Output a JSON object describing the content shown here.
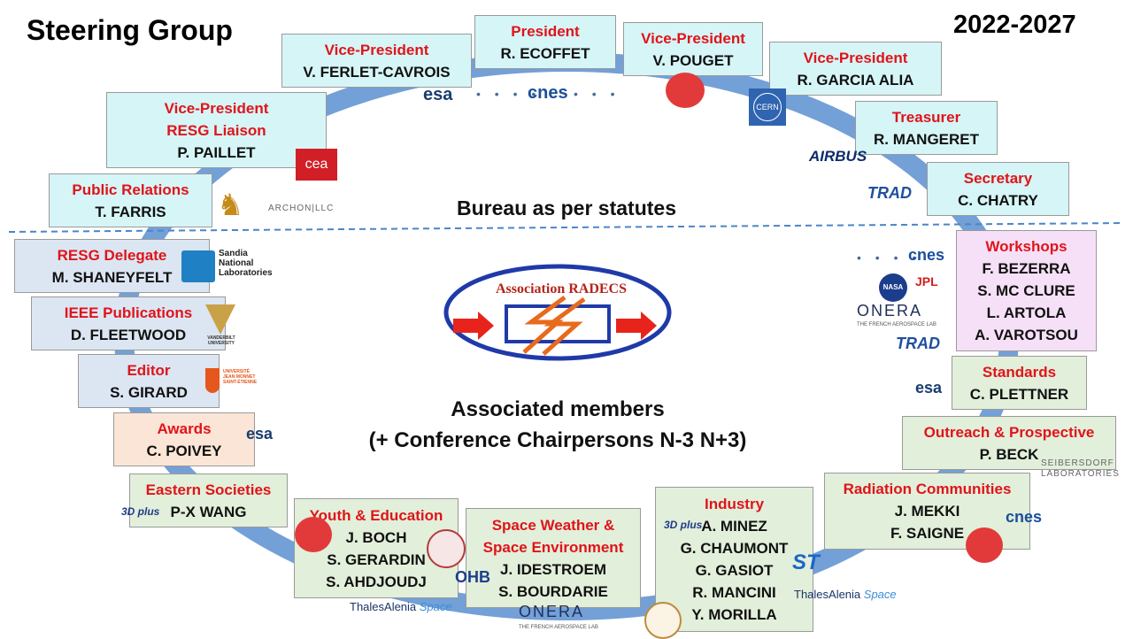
{
  "header": {
    "title": "Steering Group",
    "period": "2022-2027"
  },
  "center": {
    "bureau_label": "Bureau as per statutes",
    "associated_label": "Associated members",
    "conference_label": "(+ Conference Chairpersons N-3 N+3)",
    "radecs_logo_text": "Association RADECS"
  },
  "bureau": [
    {
      "role": "President",
      "names": [
        "R. ECOFFET"
      ]
    },
    {
      "role": "Vice-President",
      "names": [
        "V. FERLET-CAVROIS"
      ]
    },
    {
      "role": "Vice-President",
      "names": [
        "V. POUGET"
      ]
    },
    {
      "role": "Vice-President",
      "names": [
        "R. GARCIA ALIA"
      ]
    },
    {
      "role": "Vice-President",
      "role2": "RESG Liaison",
      "names": [
        "P. PAILLET"
      ]
    },
    {
      "role": "Treasurer",
      "names": [
        "R. MANGERET"
      ]
    },
    {
      "role": "Public Relations",
      "names": [
        "T. FARRIS"
      ]
    },
    {
      "role": "Secretary",
      "names": [
        "C. CHATRY"
      ]
    }
  ],
  "associated": [
    {
      "role": "RESG Delegate",
      "names": [
        "M. SHANEYFELT"
      ]
    },
    {
      "role": "IEEE Publications",
      "names": [
        "D. FLEETWOOD"
      ]
    },
    {
      "role": "Editor",
      "names": [
        "S. GIRARD"
      ]
    },
    {
      "role": "Awards",
      "names": [
        "C. POIVEY"
      ]
    },
    {
      "role": "Eastern Societies",
      "names": [
        "P-X WANG"
      ]
    },
    {
      "role": "Youth & Education",
      "names": [
        "J. BOCH",
        "S. GERARDIN",
        "S. AHDJOUDJ"
      ]
    },
    {
      "role": "Space Weather &",
      "role2": "Space Environment",
      "names": [
        "J. IDESTROEM",
        "S. BOURDARIE"
      ]
    },
    {
      "role": "Industry",
      "names": [
        "A. MINEZ",
        "G. CHAUMONT",
        "G. GASIOT",
        "R. MANCINI",
        "Y. MORILLA"
      ]
    },
    {
      "role": "Radiation Communities",
      "names": [
        "J. MEKKI",
        "F. SAIGNE"
      ]
    },
    {
      "role": "Outreach & Prospective",
      "names": [
        "P. BECK"
      ]
    },
    {
      "role": "Standards",
      "names": [
        "C. PLETTNER"
      ]
    },
    {
      "role": "Workshops",
      "names": [
        "F. BEZERRA",
        "S. MC CLURE",
        "L. ARTOLA",
        "A. VAROTSOU"
      ]
    }
  ],
  "logos": {
    "esa": "esa",
    "cnes": "cnes",
    "cea": "cea",
    "cern": "CERN",
    "airbus": "AIRBUS",
    "trad": "TRAD",
    "archon": "ARCHON",
    "archon_llc": "LLC",
    "sandia": "Sandia National Laboratories",
    "vanderbilt": "VANDERBILT UNIVERSITY",
    "ujm": "UNIVERSITÉ JEAN MONNET SAINT-ÉTIENNE",
    "jpl": "JPL",
    "nasa": "NASA",
    "onera": "ONERA",
    "onera_sub": "THE FRENCH AEROSPACE LAB",
    "seibersdorf": "SEIBERSDORF LABORATORIES",
    "thales": "ThalesAlenia",
    "thales_space": "Space",
    "st": "ST",
    "ohb": "OHB",
    "3dplus": "3D plus"
  },
  "colors": {
    "role": "#e0141a",
    "ring": "#5b8fd0",
    "divider": "#4a86c8"
  }
}
